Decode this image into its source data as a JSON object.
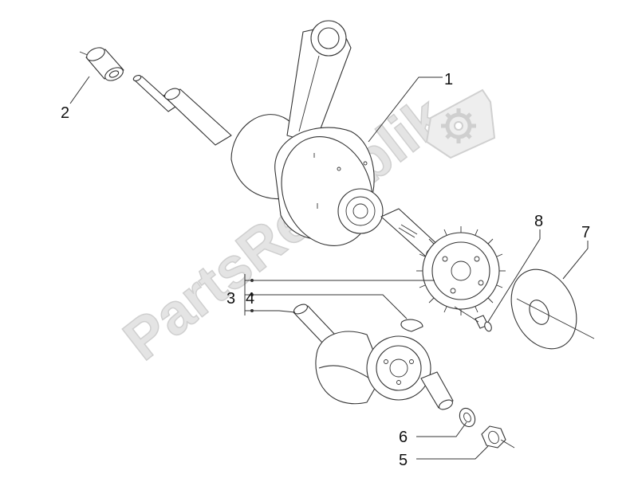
{
  "diagram": {
    "watermark": {
      "text": "PartsRepublik",
      "color": "#e0e0e0"
    },
    "callouts": [
      {
        "id": "1",
        "label": "1"
      },
      {
        "id": "2",
        "label": "2"
      },
      {
        "id": "3",
        "label": "3"
      },
      {
        "id": "4",
        "label": "4"
      },
      {
        "id": "5",
        "label": "5"
      },
      {
        "id": "6",
        "label": "6"
      },
      {
        "id": "7",
        "label": "7"
      },
      {
        "id": "8",
        "label": "8"
      }
    ],
    "colors": {
      "line": "#333333",
      "text": "#111111",
      "background": "#ffffff"
    },
    "icons": [
      "gear-icon"
    ]
  }
}
